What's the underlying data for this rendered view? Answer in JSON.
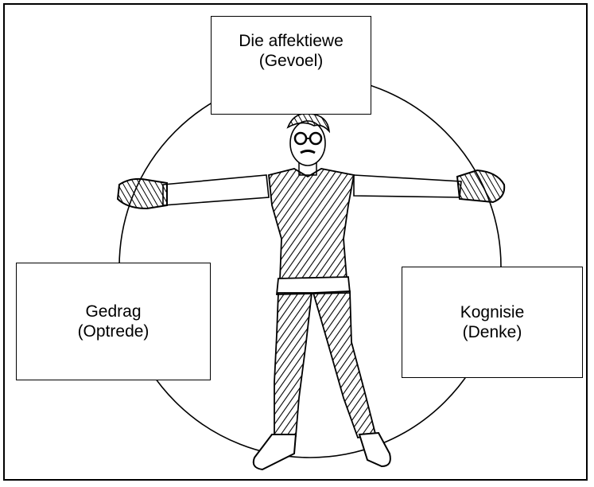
{
  "boxes": {
    "top": {
      "line1": "Die affektiewe",
      "line2": "(Gevoel)"
    },
    "left": {
      "line1": "Gedrag",
      "line2": "(Optrede)"
    },
    "right": {
      "line1": "Kognisie",
      "line2": "(Denke)"
    }
  },
  "illustration": {
    "subject": "person-icon",
    "line_color": "#000000",
    "background": "#ffffff"
  }
}
